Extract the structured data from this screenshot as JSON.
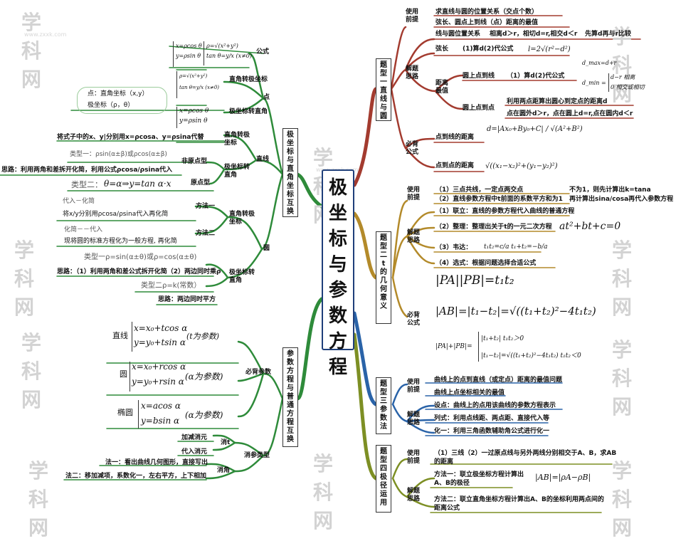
{
  "colors": {
    "green": "#2e8b3a",
    "red": "#a33b2f",
    "gold": "#b38a2a",
    "blue": "#2a63a8",
    "olive": "#7d8f24",
    "center_border": "#1f3f7a"
  },
  "center": {
    "title": "极坐标与参数方程"
  },
  "watermark": {
    "logo": "学科网",
    "site": "www.zxxk.com"
  },
  "left": {
    "polar": {
      "title": "极坐标与直角坐标互换",
      "point_section": {
        "label": "点",
        "formula_label": "公式",
        "formula_a1": "x=ρcos θ",
        "formula_a2": "y=ρsin θ",
        "formula_b1": "ρ=√(x²+y²)",
        "formula_b2": "tan θ=y/x (x≠0)",
        "desc1": "点：直角坐标（x,y）",
        "desc2": "极坐标（ρ，θ）",
        "to_polar": "直角转极坐标",
        "to_polar_f1": "ρ=√(x²+y²)",
        "to_polar_f2": "tan θ=y/x (x≠0)",
        "to_rect": "极坐标转直角",
        "to_rect_f1": "x=ρcos θ",
        "to_rect_f2": "y=ρsin θ"
      },
      "line_section": {
        "label": "直线",
        "r2p": "直角转极坐标",
        "r2p_text": "将式子中的x、y|分别用x=ρcosa、y=ρsina代替",
        "p2r": "极坐标转直角",
        "nonorigin": "非原点型",
        "type1": "类型一：ρsin(α±β)或ρcos(α±β)",
        "idea": "思路：利用两角和差拆开化简，利用公式ρcosa/ρsina代入",
        "origin": "原点型",
        "type2_label": "类型二：",
        "type2_formula": "θ=α⇒y=tan α·x"
      },
      "circle_section": {
        "label": "圆",
        "r2p": "直角转极坐标",
        "method1": "方法一",
        "m1_l1": "代入－化简",
        "m1_l2": "将x/y分别用ρcosa/ρsina代入再化简",
        "method2": "方法二",
        "m2_l1": "化简－－代入",
        "m2_l2": "现将圆的标准方程化为一般方程, 再化简",
        "p2r": "极坐标转直角",
        "type1": "类型一ρ=sin(α±θ)或ρ=cos(α±θ)",
        "idea1": "思路：（1）利用两角和差公式拆开化简（2）两边同时乘ρ",
        "type2": "类型二ρ=k(常数）",
        "idea2": "思路：两边同时平方"
      }
    },
    "param": {
      "title": "参数方程与普通方程互换",
      "must_know": "必背参数",
      "line_label": "直线",
      "line_f1": "x=x₀+tcos α",
      "line_f2": "y=y₀+tsin α",
      "line_note": "(t为参数)",
      "circle_label": "圆",
      "circle_f1": "x=x₀+rcos α",
      "circle_f2": "y=y₀+rsin α",
      "circle_note": "(α为参数)",
      "ellipse_label": "椭圆",
      "ellipse_f1": "x=acos α",
      "ellipse_f2": "y=bsin α",
      "ellipse_note": "(α为参数)",
      "elim_type": "消参类型",
      "elim_t": "消t",
      "addsub": "加减消元",
      "subst": "代入消元",
      "elim_angle": "消角",
      "method1": "法一：看出曲线几何图形，直接写出",
      "method2": "法二：移加减项，系数化一，左右平方，上下相加"
    }
  },
  "right": {
    "t1": {
      "title": "题型一直线与圆",
      "premise": "使用前提",
      "premise_1": "求直线与圆的位置关系（交点个数）",
      "premise_2": "弦长、圆点上到线（点）距离的最值",
      "approach": "解题思路",
      "pos": "线与圆位置关系",
      "pos_rel": "相离d＞r，相切d=r,相交d＜r",
      "pos_first": "先算d再与r比较",
      "chord": "弦长",
      "chord_m": "(1)算d(2)代公式",
      "chord_f": "l=2√(r²−d²)",
      "dist": "距离最值",
      "circle_to_line": "圆上点到线",
      "ctl_m": "（1）算d(2)代公式",
      "ctl_f1": "d_max=d+r",
      "ctl_f2a": "d−r  相离",
      "ctl_f2b": "0 相交或相切",
      "circle_to_point": "圆上点到点",
      "ctp_1": "利用两点距算出圆心到定点的距离d",
      "ctp_2": "点在圆外d＞r，点在圆上d=r,点在圆内d＜r",
      "must": "必背公式",
      "ptl": "点到线的距离",
      "ptl_f": "d=|Ax₀+By₀+C| / √(A²+B²)",
      "ptp": "点到点的距离",
      "ptp_f": "√((x₁−x₂)²+(y₁−y₂)²)"
    },
    "t2": {
      "title": "题型二t的几何意义",
      "premise": "使用前提",
      "premise_1": "（1）三点共线，一定点两交点",
      "premise_2": "（2）直线参数方程中t前面的系数平方和为1",
      "premise_3": "不为1，则先计算出k=tana",
      "premise_4": "再计算出sina/cosa再代入参数方程",
      "approach": "解题思路",
      "s1": "（1）联立：直线的参数方程代入曲线的普通方程",
      "s2": "（2）整理：整理出关于t的一元二次方程",
      "s2_f": "at²+bt+c=0",
      "s3": "（3）韦达：",
      "s3_f": "t₁t₂=c/a   t₁+t₂=−b/a",
      "s4": "（4）选式：根据问题选择合适公式",
      "must": "必背公式",
      "f1": "|PA||PB|=t₁t₂",
      "f2": "|AB|=|t₁−t₂|=√((t₁+t₂)²−4t₁t₂)",
      "f3a": "|t₁+t₂|    t₁t₂＞0",
      "f3b": "|t₁−t₂|=√((t₁+t₂)²−4t₁t₂)   t₁t₂＜0",
      "f3_prefix": "|PA|+|PB|="
    },
    "t3": {
      "title": "题型三参数法",
      "premise": "使用前提",
      "premise_1": "曲线上的点到直线（或定点）距离的最值问题",
      "premise_2": "曲线上点坐标相关的最值",
      "approach": "解题思路",
      "s1": "设点：曲线上的点用该曲线的参数方程表示",
      "s2": "列式：利用点线距、两点距、直接代入等",
      "s3": "化一：利用三角函数辅助角公式进行化一"
    },
    "t4": {
      "title": "题型四极径运用",
      "premise": "使用前提",
      "premise_1": "（1）三线（2）一过原点线与另外两线分别相交于A、B，求AB",
      "premise_2": "的距离",
      "approach": "解题思路",
      "m1a": "方法一：联立极坐标方程计算出",
      "m1b": "A、B的极径",
      "m1_f": "|AB|=|ρA−ρB|",
      "m2a": "方法二：联立直角坐标方程计算出A、B的坐标利用两点间的",
      "m2b": "距离公式"
    }
  }
}
